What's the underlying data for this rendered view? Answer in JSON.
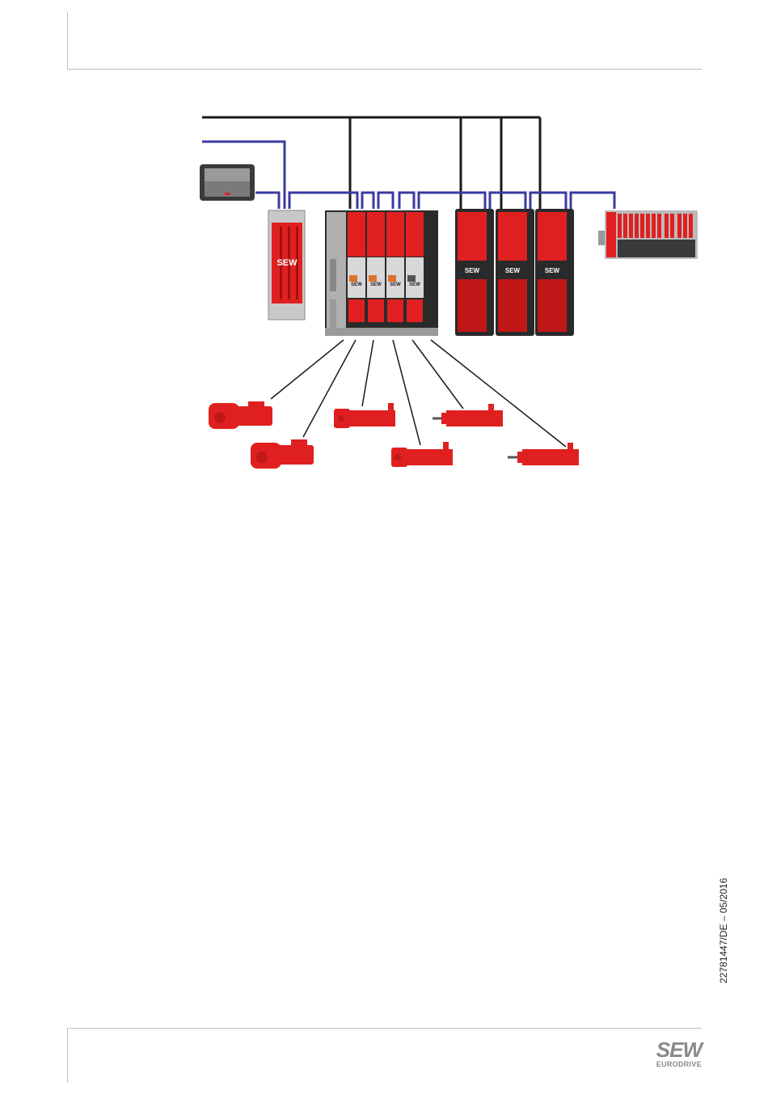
{
  "footer": {
    "document_id": "22781447/DE – 05/2016",
    "logo_main": "SEW",
    "logo_sub": "EURODRIVE"
  },
  "diagram": {
    "device_label": "SEW",
    "colors": {
      "device_red": "#e02020",
      "dark_red": "#a01010",
      "fieldbus_blue": "#3a3aa0",
      "bus_black": "#1a1a1a",
      "housing_gray": "#c8c8c8",
      "housing_dark": "#2a2a2a"
    }
  }
}
